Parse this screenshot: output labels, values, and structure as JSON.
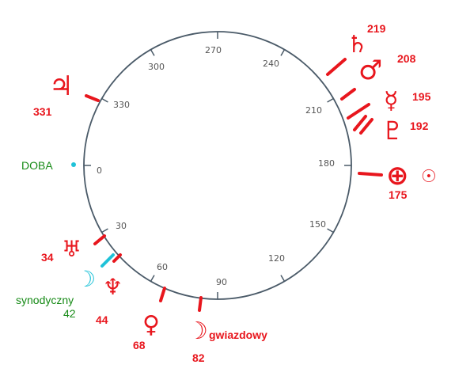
{
  "ring": {
    "stroke": "#4a5a68",
    "tick_labels": [
      "0",
      "30",
      "60",
      "90",
      "120",
      "150",
      "180",
      "210",
      "240",
      "270",
      "300",
      "330"
    ]
  },
  "colors": {
    "marker_red": "#e8161d",
    "label_green": "#168a16",
    "marker_cyan": "#1fc2d8"
  },
  "labels": {
    "doba": "DOBA",
    "synodic_word": "synodyczny",
    "synodic_value": "42",
    "sidereal_word": "gwiazdowy"
  },
  "markers": [
    {
      "value": "219",
      "glyph": "♄",
      "icon": "saturn-icon"
    },
    {
      "value": "208",
      "glyph": "♂",
      "icon": "mars-icon"
    },
    {
      "value": "195",
      "glyph": "☿",
      "icon": "mercury-icon"
    },
    {
      "value": "192",
      "glyph": "♇",
      "icon": "pluto-icon"
    },
    {
      "value": "175",
      "glyph": "⊕",
      "icon": "earth-icon"
    },
    {
      "value": "331",
      "glyph": "♃",
      "icon": "jupiter-icon"
    },
    {
      "value": "34",
      "glyph": "♅",
      "icon": "uranus-icon"
    },
    {
      "value": "44",
      "glyph": "♆",
      "icon": "neptune-icon"
    },
    {
      "value": "68",
      "glyph": "♀",
      "icon": "venus-icon"
    },
    {
      "value": "82",
      "glyph": "☽",
      "icon": "moon-icon"
    }
  ],
  "sun_glyph": "☉",
  "synodic_moon_glyph": "☽"
}
